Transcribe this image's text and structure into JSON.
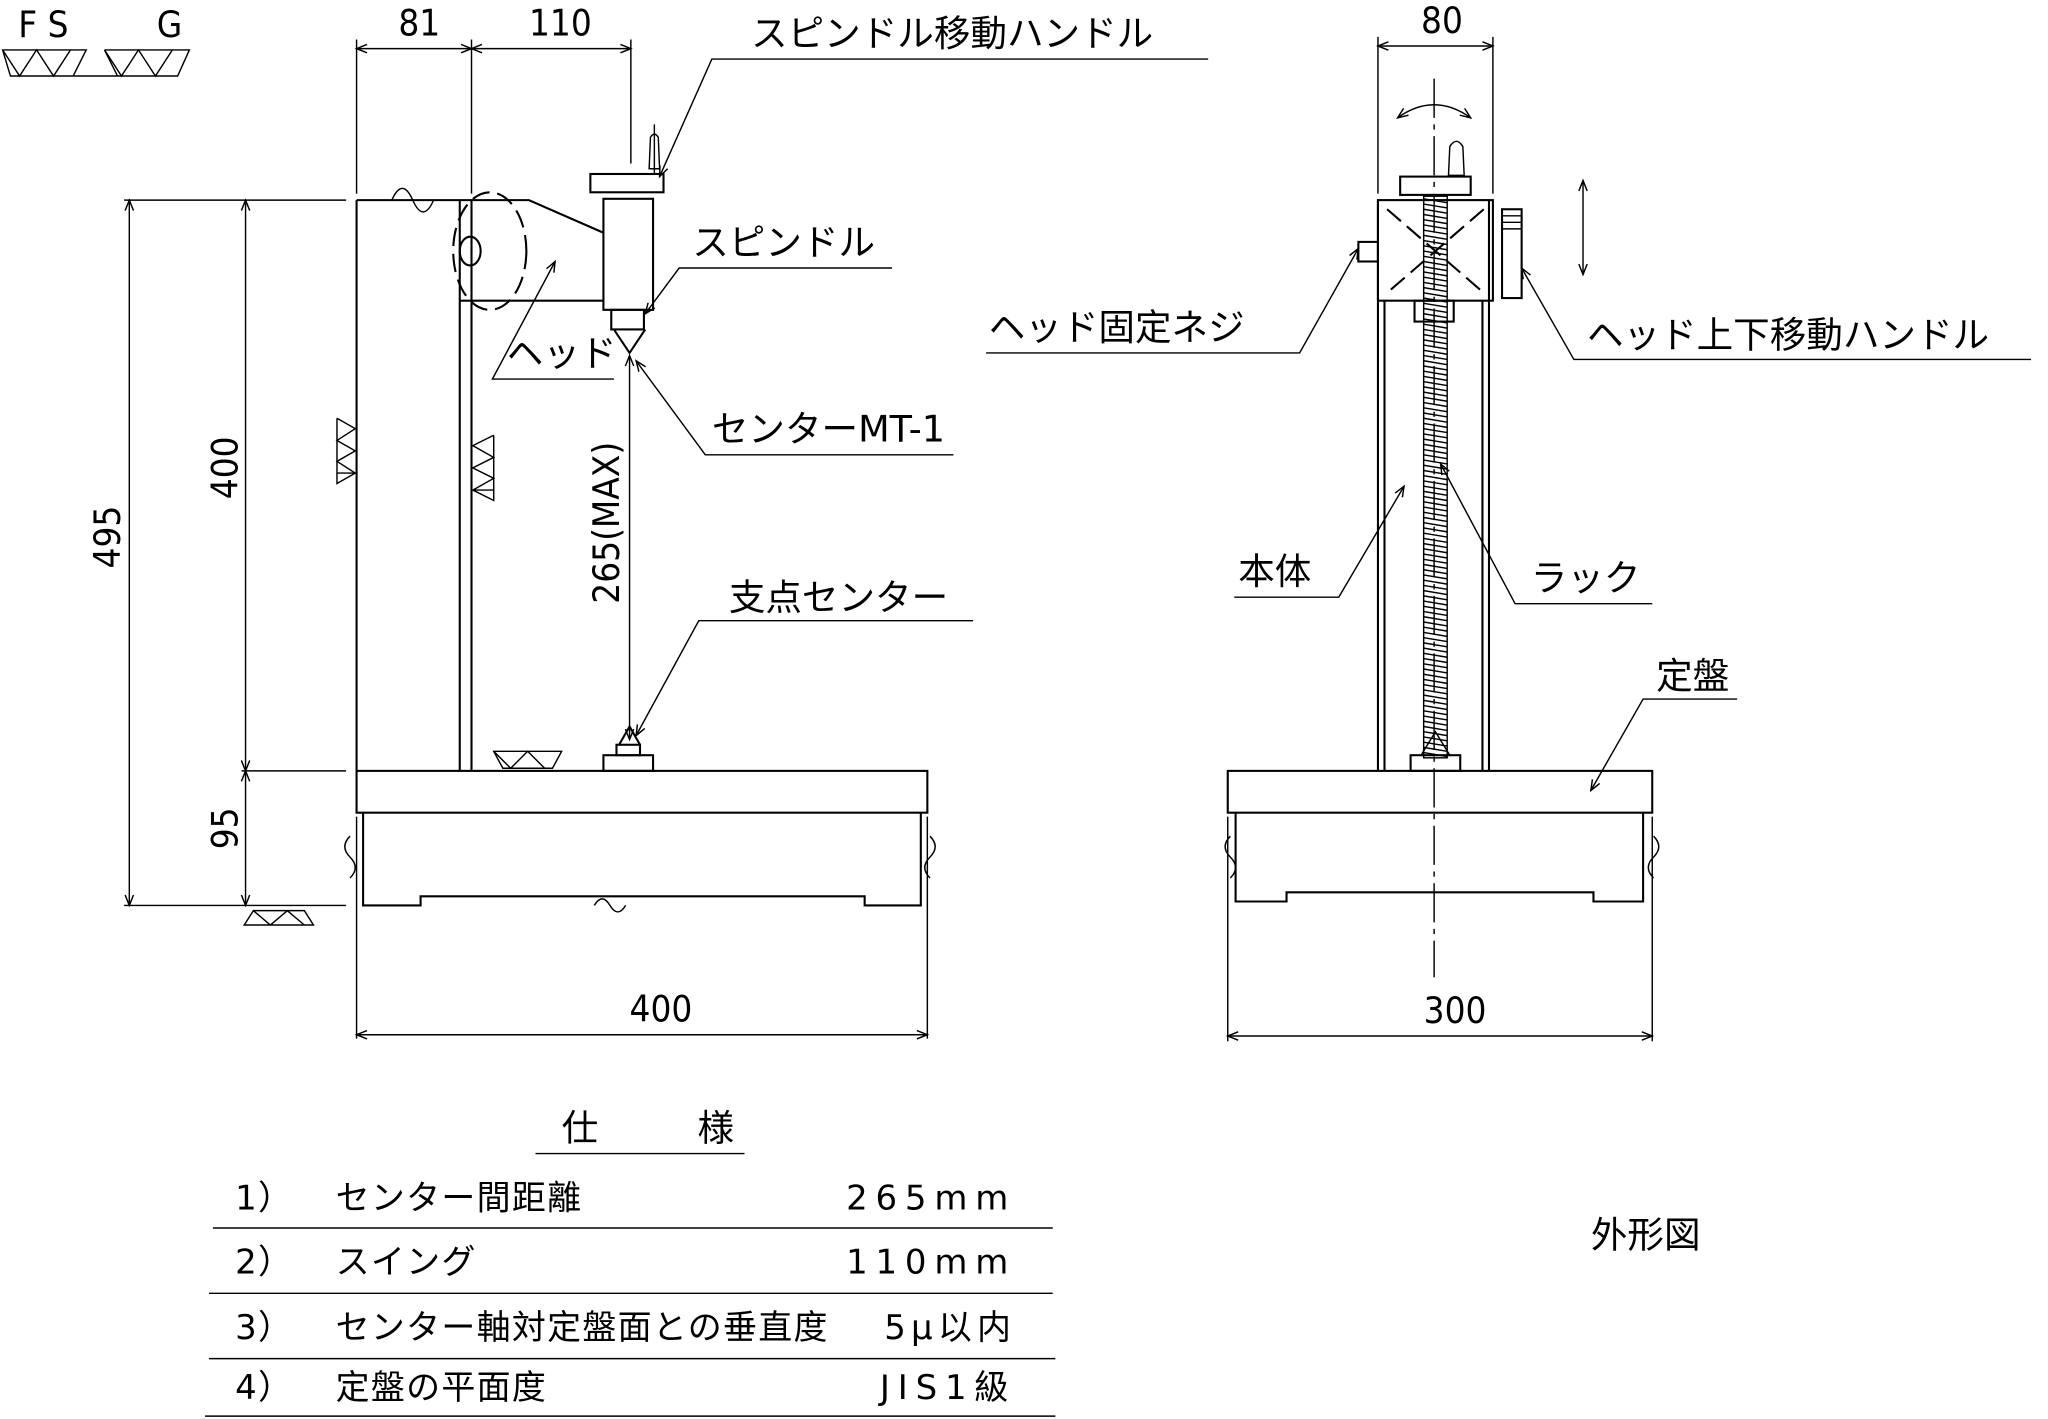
{
  "surface_symbols": {
    "fs_label": "F S",
    "g_label": "G"
  },
  "side_view": {
    "dims": {
      "d81": "81",
      "d110": "110",
      "d495": "495",
      "d400": "400",
      "d95": "95",
      "d265": "265(MAX)",
      "d400_width": "400"
    },
    "labels": {
      "spindle_handle": "スピンドル移動ハンドル",
      "spindle": "スピンドル",
      "head": "ヘッド",
      "center": "センターMT-1",
      "support_center": "支点センター"
    }
  },
  "front_view": {
    "dims": {
      "d80": "80",
      "d300": "300"
    },
    "labels": {
      "head_fix_screw": "ヘッド固定ネジ",
      "head_handle": "ヘッド上下移動ハンドル",
      "body": "本体",
      "rack": "ラック",
      "surface_plate": "定盤"
    }
  },
  "spec": {
    "title_1": "仕",
    "title_2": "様",
    "rows": [
      {
        "no": "1）",
        "item": "センター間距離",
        "value": "265mm"
      },
      {
        "no": "2）",
        "item": "スイング",
        "value": "110mm"
      },
      {
        "no": "3）",
        "item": "センター軸対定盤面との垂直度",
        "value": "5μ以内"
      },
      {
        "no": "4）",
        "item": "定盤の平面度",
        "value": "JIS1級"
      }
    ]
  },
  "drawing_title": "外形図"
}
